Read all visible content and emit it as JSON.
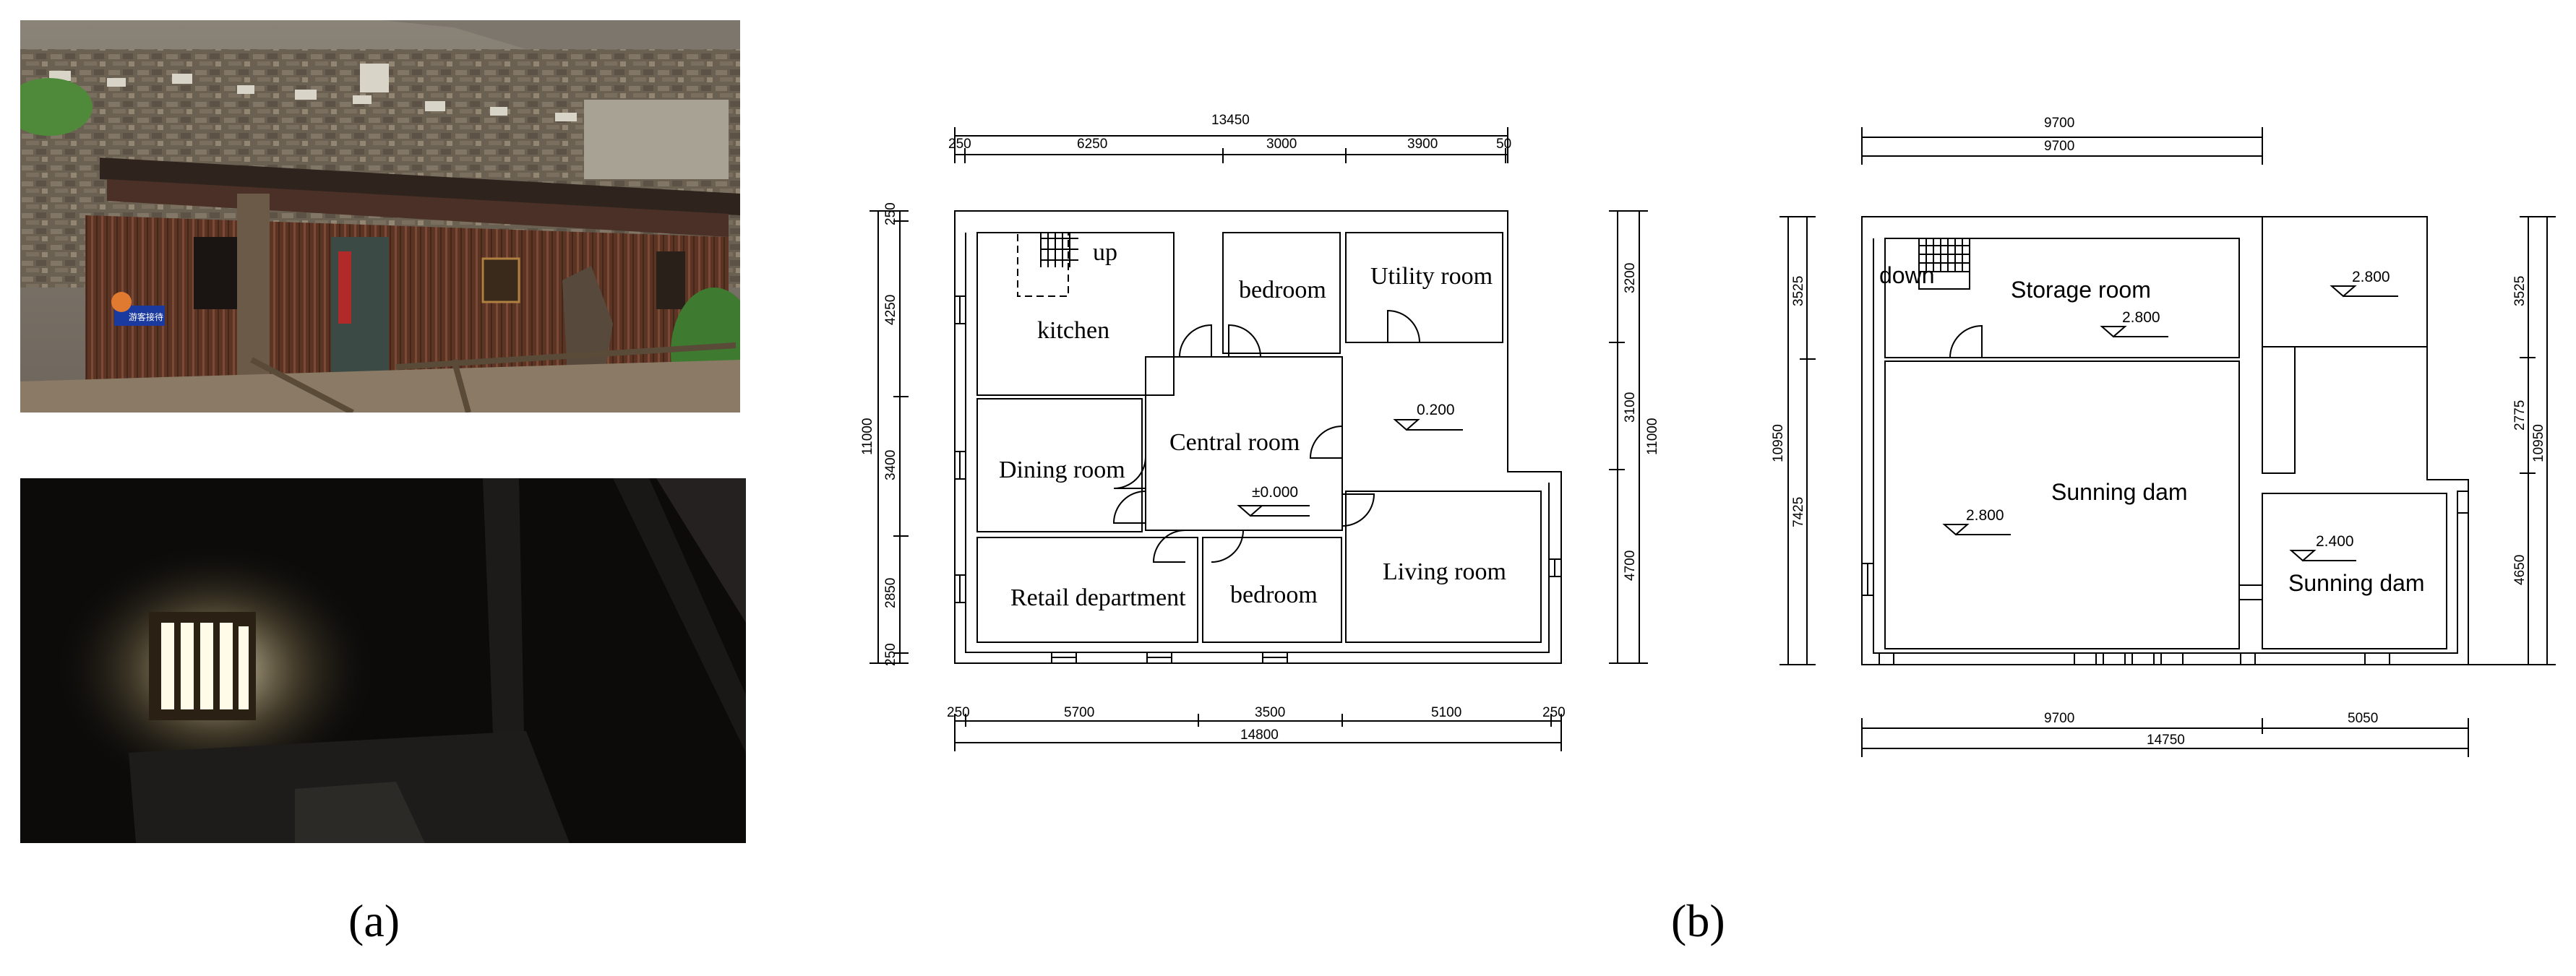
{
  "captions": {
    "a": "(a)",
    "b": "(b)"
  },
  "photos": {
    "exterior": {
      "sign_text": "游客接待"
    },
    "interior": {}
  },
  "plan_ground": {
    "rooms": {
      "kitchen": "kitchen",
      "up": "up",
      "bedroom_top": "bedroom",
      "utility": "Utility room",
      "dining": "Dining room",
      "central": "Central room",
      "retail": "Retail department",
      "bedroom_bottom": "bedroom",
      "living": "Living room"
    },
    "levels": {
      "central": "±0.000",
      "courtyard": "0.200"
    },
    "dims_top": {
      "total": "13450",
      "segments": [
        "250",
        "6250",
        "3000",
        "3900",
        "50"
      ]
    },
    "dims_bottom": {
      "total": "14800",
      "segments": [
        "250",
        "5700",
        "3500",
        "5100",
        "250"
      ]
    },
    "dims_left": {
      "total": "11000",
      "segments": [
        "250",
        "4250",
        "3400",
        "2850",
        "250"
      ]
    },
    "dims_right": {
      "total": "11000",
      "segments": [
        "3200",
        "3100",
        "4700"
      ]
    }
  },
  "plan_upper": {
    "rooms": {
      "down": "down",
      "storage": "Storage room",
      "sunning_large": "Sunning dam",
      "sunning_small": "Sunning dam"
    },
    "levels": {
      "storage": "2.800",
      "top_right": "2.800",
      "large": "2.800",
      "small": "2.400"
    },
    "dims_top": {
      "total": "9700",
      "segment": "9700"
    },
    "dims_bottom": {
      "total": "14750",
      "segments": [
        "9700",
        "5050"
      ]
    },
    "dims_left": {
      "total": "10950",
      "segments": [
        "3525",
        "7425"
      ]
    },
    "dims_right": {
      "total": "10950",
      "segments": [
        "3525",
        "2775",
        "4650"
      ]
    }
  }
}
